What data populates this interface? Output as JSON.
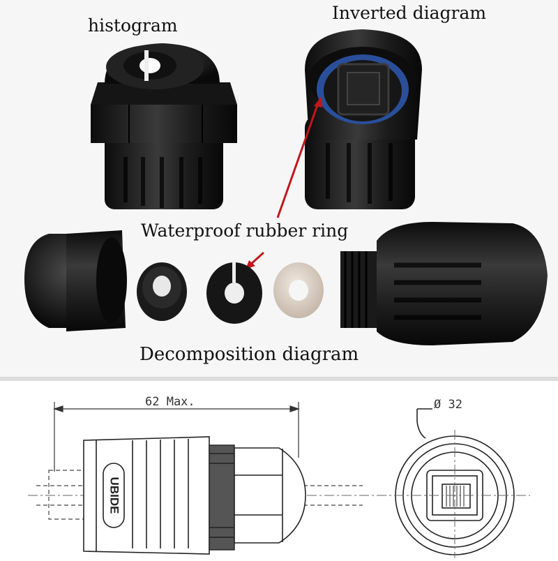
{
  "labels": {
    "histogram": "histogram",
    "inverted": "Inverted diagram",
    "rubber_ring": "Waterproof rubber ring",
    "decomposition": "Decomposition diagram"
  },
  "drawing": {
    "length_dim": "62 Max.",
    "diameter_dim": "Ø 32",
    "brand": "UBIDE"
  },
  "colors": {
    "plastic": "#1a1a1a",
    "seal_ring": "#2a4f9a",
    "arrow": "#c4161c",
    "washer": "#d9cfc4"
  }
}
